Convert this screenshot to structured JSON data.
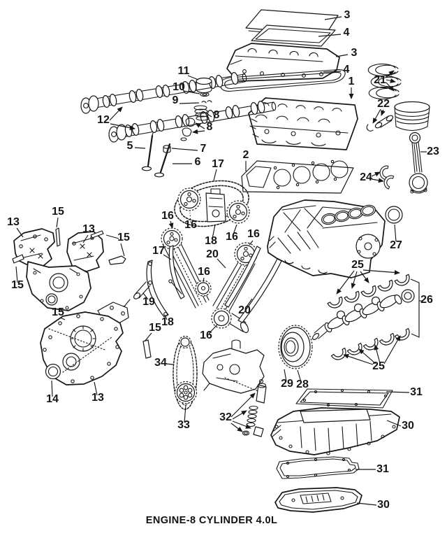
{
  "diagram": {
    "caption": "ENGINE-8 CYLINDER 4.0L",
    "colors": {
      "line": "#161616",
      "background": "#ffffff"
    },
    "callouts": [
      {
        "label": "3"
      },
      {
        "label": "4"
      },
      {
        "label": "3"
      },
      {
        "label": "4"
      },
      {
        "label": "1"
      },
      {
        "label": "21"
      },
      {
        "label": "22"
      },
      {
        "label": "23"
      },
      {
        "label": "24"
      },
      {
        "label": "11"
      },
      {
        "label": "10"
      },
      {
        "label": "9"
      },
      {
        "label": "8"
      },
      {
        "label": "8"
      },
      {
        "label": "7"
      },
      {
        "label": "6"
      },
      {
        "label": "12"
      },
      {
        "label": "5"
      },
      {
        "label": "2"
      },
      {
        "label": "17"
      },
      {
        "label": "13"
      },
      {
        "label": "15"
      },
      {
        "label": "13"
      },
      {
        "label": "15"
      },
      {
        "label": "15"
      },
      {
        "label": "15"
      },
      {
        "label": "16"
      },
      {
        "label": "16"
      },
      {
        "label": "18"
      },
      {
        "label": "16"
      },
      {
        "label": "16"
      },
      {
        "label": "17"
      },
      {
        "label": "20"
      },
      {
        "label": "16"
      },
      {
        "label": "19"
      },
      {
        "label": "18"
      },
      {
        "label": "20"
      },
      {
        "label": "15"
      },
      {
        "label": "16"
      },
      {
        "label": "27"
      },
      {
        "label": "25"
      },
      {
        "label": "26"
      },
      {
        "label": "25"
      },
      {
        "label": "29"
      },
      {
        "label": "28"
      },
      {
        "label": "14"
      },
      {
        "label": "13"
      },
      {
        "label": "34"
      },
      {
        "label": "33"
      },
      {
        "label": "32"
      },
      {
        "label": "31"
      },
      {
        "label": "30"
      },
      {
        "label": "31"
      },
      {
        "label": "30"
      }
    ]
  }
}
